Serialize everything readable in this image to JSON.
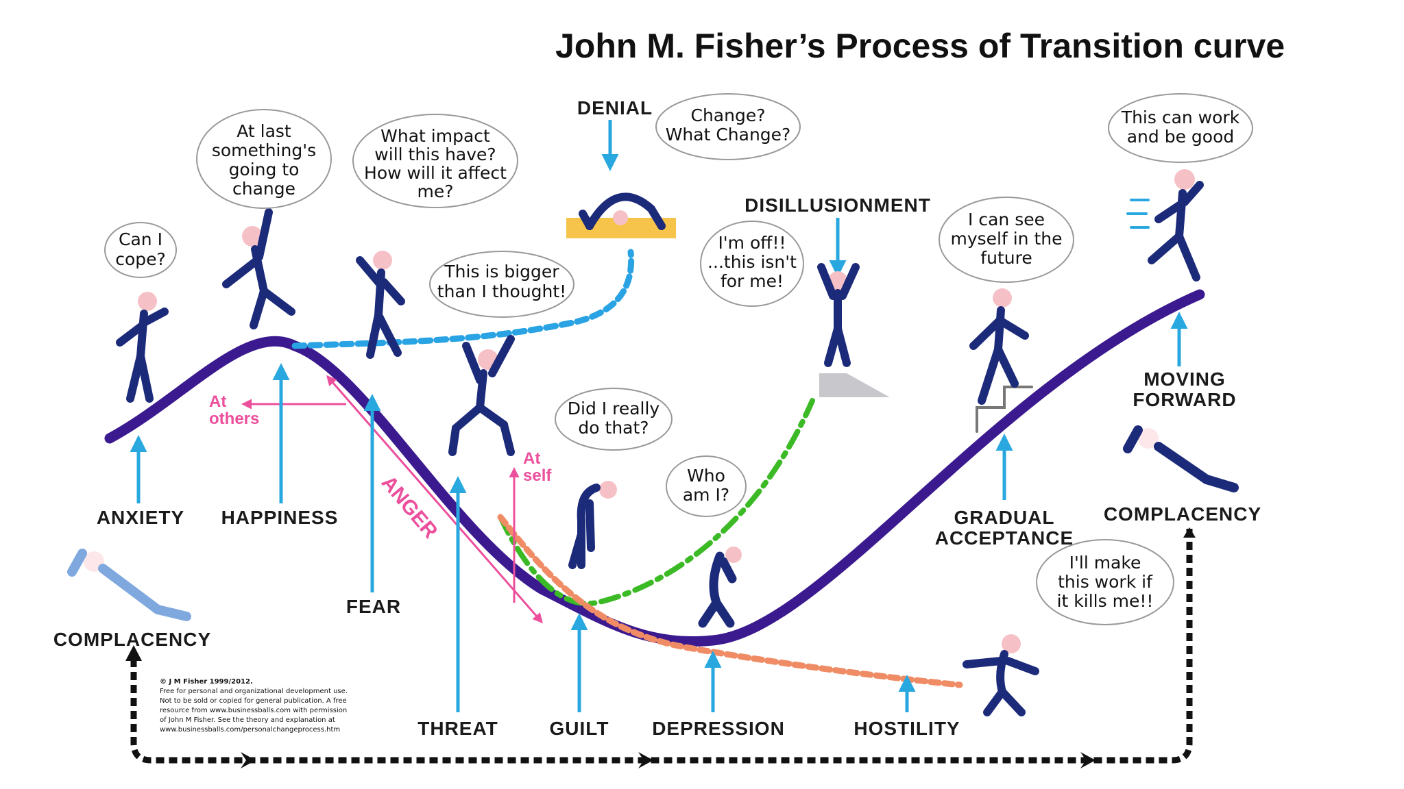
{
  "title": "John M. Fisher’s Process of Transition curve",
  "stages": {
    "anxiety": "ANXIETY",
    "happiness": "HAPPINESS",
    "fear": "FEAR",
    "threat": "THREAT",
    "guilt": "GUILT",
    "depression": "DEPRESSION",
    "hostility": "HOSTILITY",
    "denial": "DENIAL",
    "disillusionment": "DISILLUSIONMENT",
    "gradual_1": "GRADUAL",
    "gradual_2": "ACCEPTANCE",
    "moving_1": "MOVING",
    "moving_2": "FORWARD",
    "complacency_left": "COMPLACENCY",
    "complacency_right": "COMPLACENCY"
  },
  "anger": {
    "label": "ANGER",
    "at_others_1": "At",
    "at_others_2": "others",
    "at_self_1": "At",
    "at_self_2": "self"
  },
  "thoughts": {
    "cope": [
      "Can I",
      "cope?"
    ],
    "at_last": [
      "At last",
      "something's",
      "going to",
      "change"
    ],
    "impact": [
      "What impact",
      "will this have?",
      "How will it affect",
      "me?"
    ],
    "bigger": [
      "This is bigger",
      "than I thought!"
    ],
    "change": [
      "Change?",
      "What Change?"
    ],
    "off": [
      "I'm off!!",
      "...this isn't",
      "for me!"
    ],
    "future": [
      "I can see",
      "myself in the",
      "future"
    ],
    "work": [
      "This can work",
      "and be good"
    ],
    "really": [
      "Did I really",
      "do that?"
    ],
    "who": [
      "Who",
      "am I?"
    ],
    "make": [
      "I'll make",
      "this work if",
      "it kills me!!"
    ]
  },
  "credit": [
    "© J M Fisher 1999/2012.",
    "Free for personal and organizational development use.",
    "Not to be sold or copied for general publication. A free",
    "resource from www.businessballs.com with permission",
    "of John M Fisher. See the theory and explanation at",
    "www.businessballs.com/personalchangeprocess.htm"
  ],
  "colors": {
    "curve": "#3b1a8f",
    "arrow": "#29a8e0",
    "denial_path": "#29a3e3",
    "disillusion_path": "#3cba26",
    "hostility_path": "#f08c65",
    "anger": "#ec4f9c",
    "figure": "#1c2a7a",
    "loop": "#111111"
  }
}
